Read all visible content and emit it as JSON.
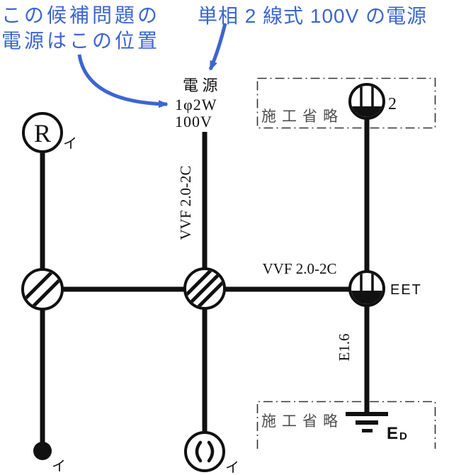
{
  "colors": {
    "accent_blue": "#3b66cf",
    "ink": "#111111",
    "omission_gray": "#4d4d4d"
  },
  "annotations": {
    "left_note": {
      "line1": "この候補問題の",
      "line2": "電源はこの位置"
    },
    "right_note": "単相 2 線式 100V の電源"
  },
  "power_source": {
    "name": "電  源",
    "system": "1φ2W",
    "voltage": "100V"
  },
  "cables": {
    "feed": "VVF 2.0-2C",
    "branch": "VVF 2.0-2C",
    "earth": "E1.6"
  },
  "omission": {
    "top": "施工省略",
    "bottom": "施工省略"
  },
  "devices": {
    "lamp_receptacle": {
      "letter": "R",
      "circuit": "イ"
    },
    "double_outlet": {
      "count": "2"
    },
    "eet_outlet": {
      "label": "EET"
    },
    "earth": {
      "main": "E",
      "sub": "D"
    },
    "ceiling_rosette": {
      "circuit": "イ"
    },
    "switch": {
      "circuit": "イ"
    }
  }
}
